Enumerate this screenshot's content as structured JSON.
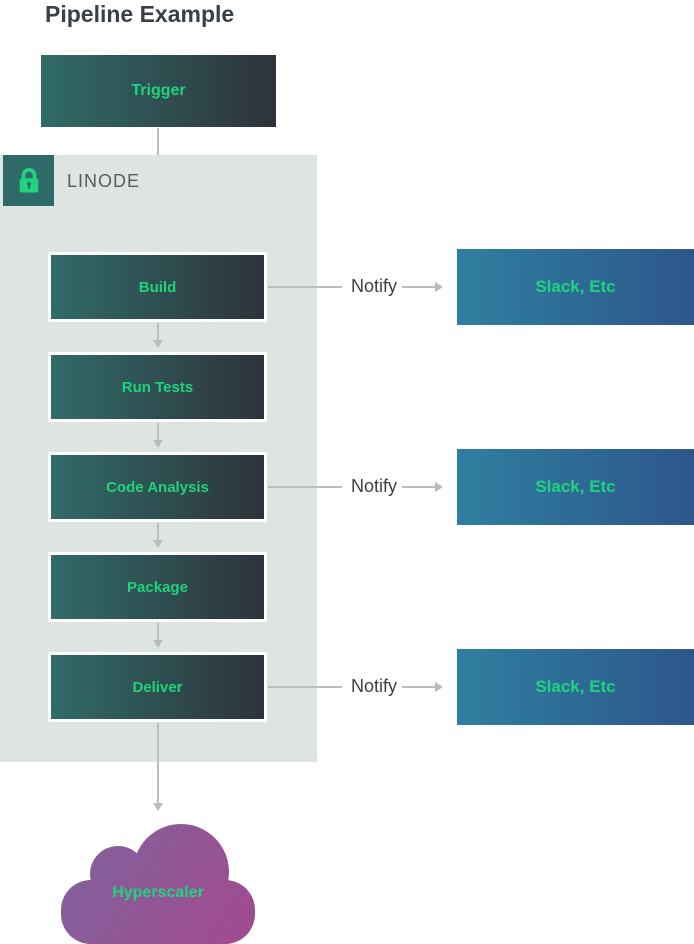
{
  "page": {
    "title": "Pipeline Example"
  },
  "trigger": {
    "label": "Trigger"
  },
  "linode": {
    "label": "LINODE"
  },
  "steps": [
    {
      "label": "Build",
      "notify": true
    },
    {
      "label": "Run Tests",
      "notify": false
    },
    {
      "label": "Code Analysis",
      "notify": true
    },
    {
      "label": "Package",
      "notify": false
    },
    {
      "label": "Deliver",
      "notify": true
    }
  ],
  "notify": {
    "label": "Notify",
    "target": "Slack, Etc"
  },
  "cloud": {
    "label": "Hyperscaler"
  },
  "colors": {
    "title_color": "#3a3f46",
    "green_text": "#1fd37e",
    "step_grad_a": "#306b68",
    "step_grad_b": "#2e333a",
    "slack_grad_a": "#2f7fa0",
    "slack_grad_b": "#2d568b",
    "container_bg": "#dde4e2",
    "badge_bg": "#2e6b68",
    "lock_green": "#22d37e",
    "linode_label_color": "#585d60",
    "notify_color": "#3d4245",
    "arrow": "#b9bdbc",
    "cloud_grad_a": "#7e639c",
    "cloud_grad_b": "#a34a90"
  }
}
